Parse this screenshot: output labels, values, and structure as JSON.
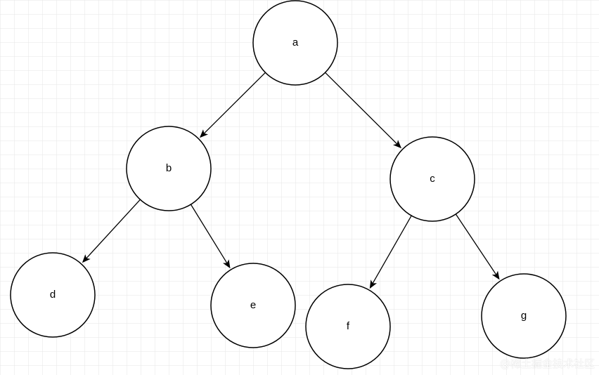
{
  "colors": {
    "background": "#ffffff",
    "grid": "#e3e3e3",
    "stroke": "#000000",
    "node_fill": "#ffffff"
  },
  "tree": {
    "nodes": [
      {
        "id": "a",
        "label": "a"
      },
      {
        "id": "b",
        "label": "b"
      },
      {
        "id": "c",
        "label": "c"
      },
      {
        "id": "d",
        "label": "d"
      },
      {
        "id": "e",
        "label": "e"
      },
      {
        "id": "f",
        "label": "f"
      },
      {
        "id": "g",
        "label": "g"
      }
    ],
    "edges": [
      {
        "from": "a",
        "to": "b"
      },
      {
        "from": "a",
        "to": "c"
      },
      {
        "from": "b",
        "to": "d"
      },
      {
        "from": "b",
        "to": "e"
      },
      {
        "from": "c",
        "to": "f"
      },
      {
        "from": "c",
        "to": "g"
      }
    ]
  },
  "watermark": {
    "text": "@稀土掘金技术社区"
  }
}
